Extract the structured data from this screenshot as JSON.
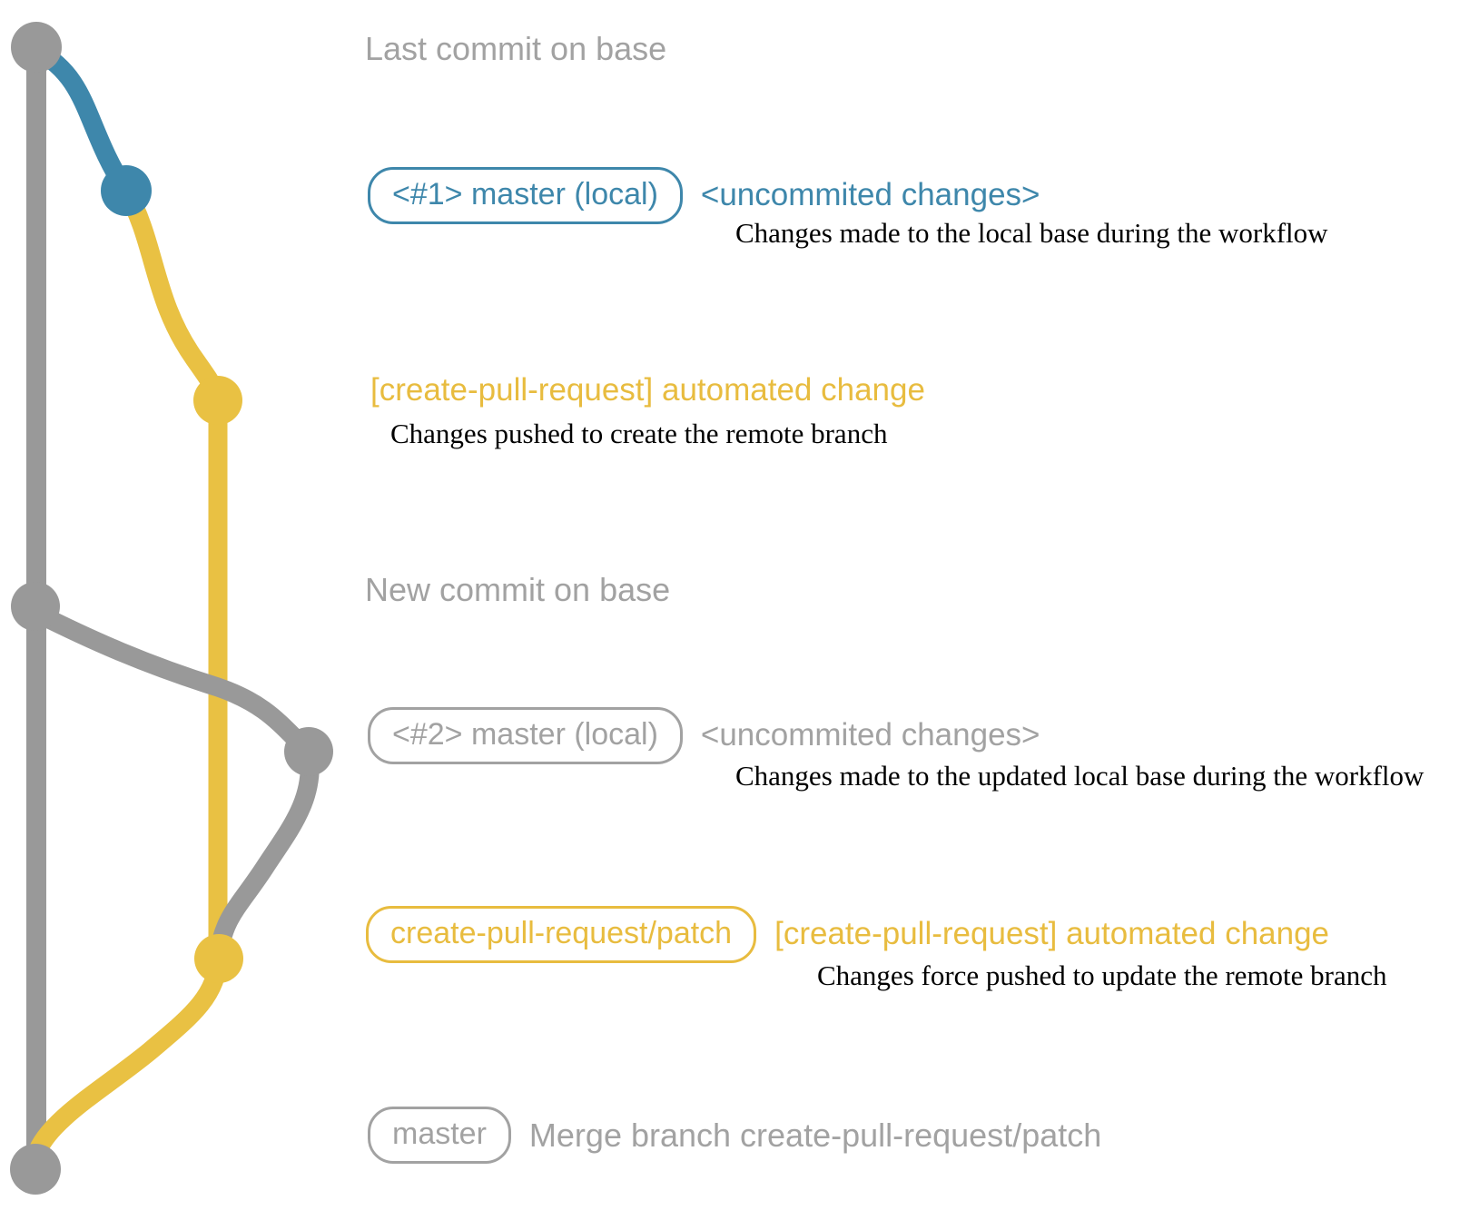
{
  "diagram_title": "create-pull-request workflow git graph",
  "colors": {
    "base_branch_gray": "#999999",
    "gray_text": "#a2a2a2",
    "local_master_blue": "#3e87ab",
    "patch_branch_yellow": "#e9c143",
    "yellow_text": "#e8bc3f",
    "description_black": "#000000",
    "background": "#ffffff"
  },
  "graph": {
    "branches": [
      {
        "name": "base (master)",
        "color": "#999999"
      },
      {
        "name": "master (local)",
        "color": "#3e87ab"
      },
      {
        "name": "create-pull-request/patch",
        "color": "#e9c143"
      }
    ]
  },
  "annotations": {
    "row1": {
      "label": "Last commit on base"
    },
    "row2": {
      "badge": "<#1> master (local)",
      "note": "<uncommited changes>",
      "description": "Changes made to the local base during the workflow"
    },
    "row3": {
      "note": "[create-pull-request] automated change",
      "description": "Changes pushed to create the remote branch"
    },
    "row4": {
      "label": "New commit on base"
    },
    "row5": {
      "badge": "<#2> master (local)",
      "note": "<uncommited changes>",
      "description": "Changes made to the updated local base during the workflow"
    },
    "row6": {
      "badge": "create-pull-request/patch",
      "note": "[create-pull-request] automated change",
      "description": "Changes force pushed to update the remote branch"
    },
    "row7": {
      "badge": "master",
      "label": "Merge branch create-pull-request/patch"
    }
  }
}
